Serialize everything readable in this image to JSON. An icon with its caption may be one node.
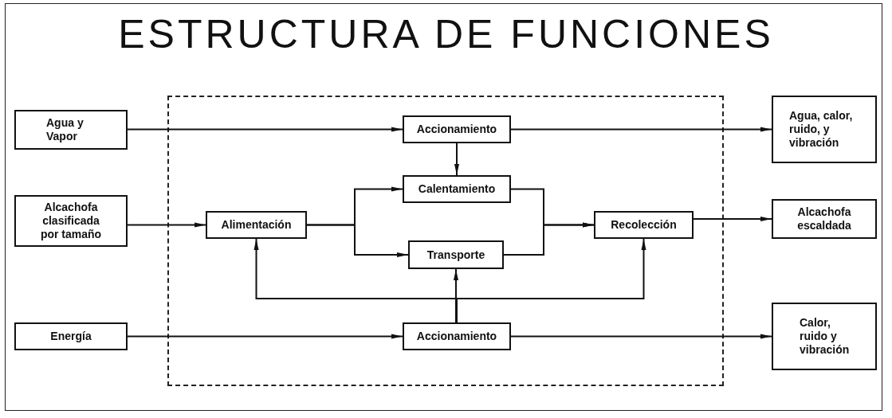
{
  "diagram": {
    "title": "ESTRUCTURA DE FUNCIONES",
    "nodes": [
      {
        "text": [
          "Agua y Vapor"
        ]
      },
      {
        "text": [],
        "shape": "box"
      },
      {
        "text": [
          "Accionamiento"
        ],
        "in": 1
      },
      {
        "text": [
          "Agua, calor, ruido, y vibración"
        ]
      },
      {
        "text": [
          "Alcachofa clasificada por tamaño"
        ]
      },
      {
        "text": [
          "Calentamiento"
        ],
        "in": 1
      },
      {
        "text": [
          "Alimentación"
        ],
        "in": 1
      },
      {
        "text": [
          "Transporte"
        ],
        "in": 1
      },
      {
        "text": [
          "Recolección"
        ],
        "in": 1
      },
      {
        "text": [
          "Alcachofa escaldada"
        ]
      },
      {
        "text": [
          "Energía"
        ]
      },
      {
        "text": [
          "Accionamiento"
        ],
        "in": 1
      },
      {
        "text": [
          "Calor, ruido y vibración"
        ]
      }
    ],
    "edges": [
      {
        "from": 0,
        "to": 2,
        "arrow": "to"
      },
      {
        "from": 2,
        "to": 3,
        "arrow": "to"
      },
      {
        "from": 2,
        "to": 5,
        "arrow": "to"
      },
      {
        "from": 4,
        "to": 6,
        "arrow": "to"
      },
      {
        "from": 6,
        "to": 5,
        "arrow": "to"
      },
      {
        "from": 6,
        "to": 7,
        "arrow": "to"
      },
      {
        "from": 5,
        "to": 8,
        "arrow": "to"
      },
      {
        "from": 7,
        "to": 8,
        "arrow": "to"
      },
      {
        "from": 8,
        "to": 9,
        "arrow": "to"
      },
      {
        "from": 10,
        "to": 11,
        "arrow": "to"
      },
      {
        "from": 11,
        "to": 12,
        "arrow": "to"
      },
      {
        "from": 11,
        "to": 7,
        "arrow": "to"
      },
      {
        "from": 11,
        "to": 6,
        "arrow": "to"
      },
      {
        "from": 11,
        "to": 8,
        "arrow": "to"
      }
    ]
  }
}
